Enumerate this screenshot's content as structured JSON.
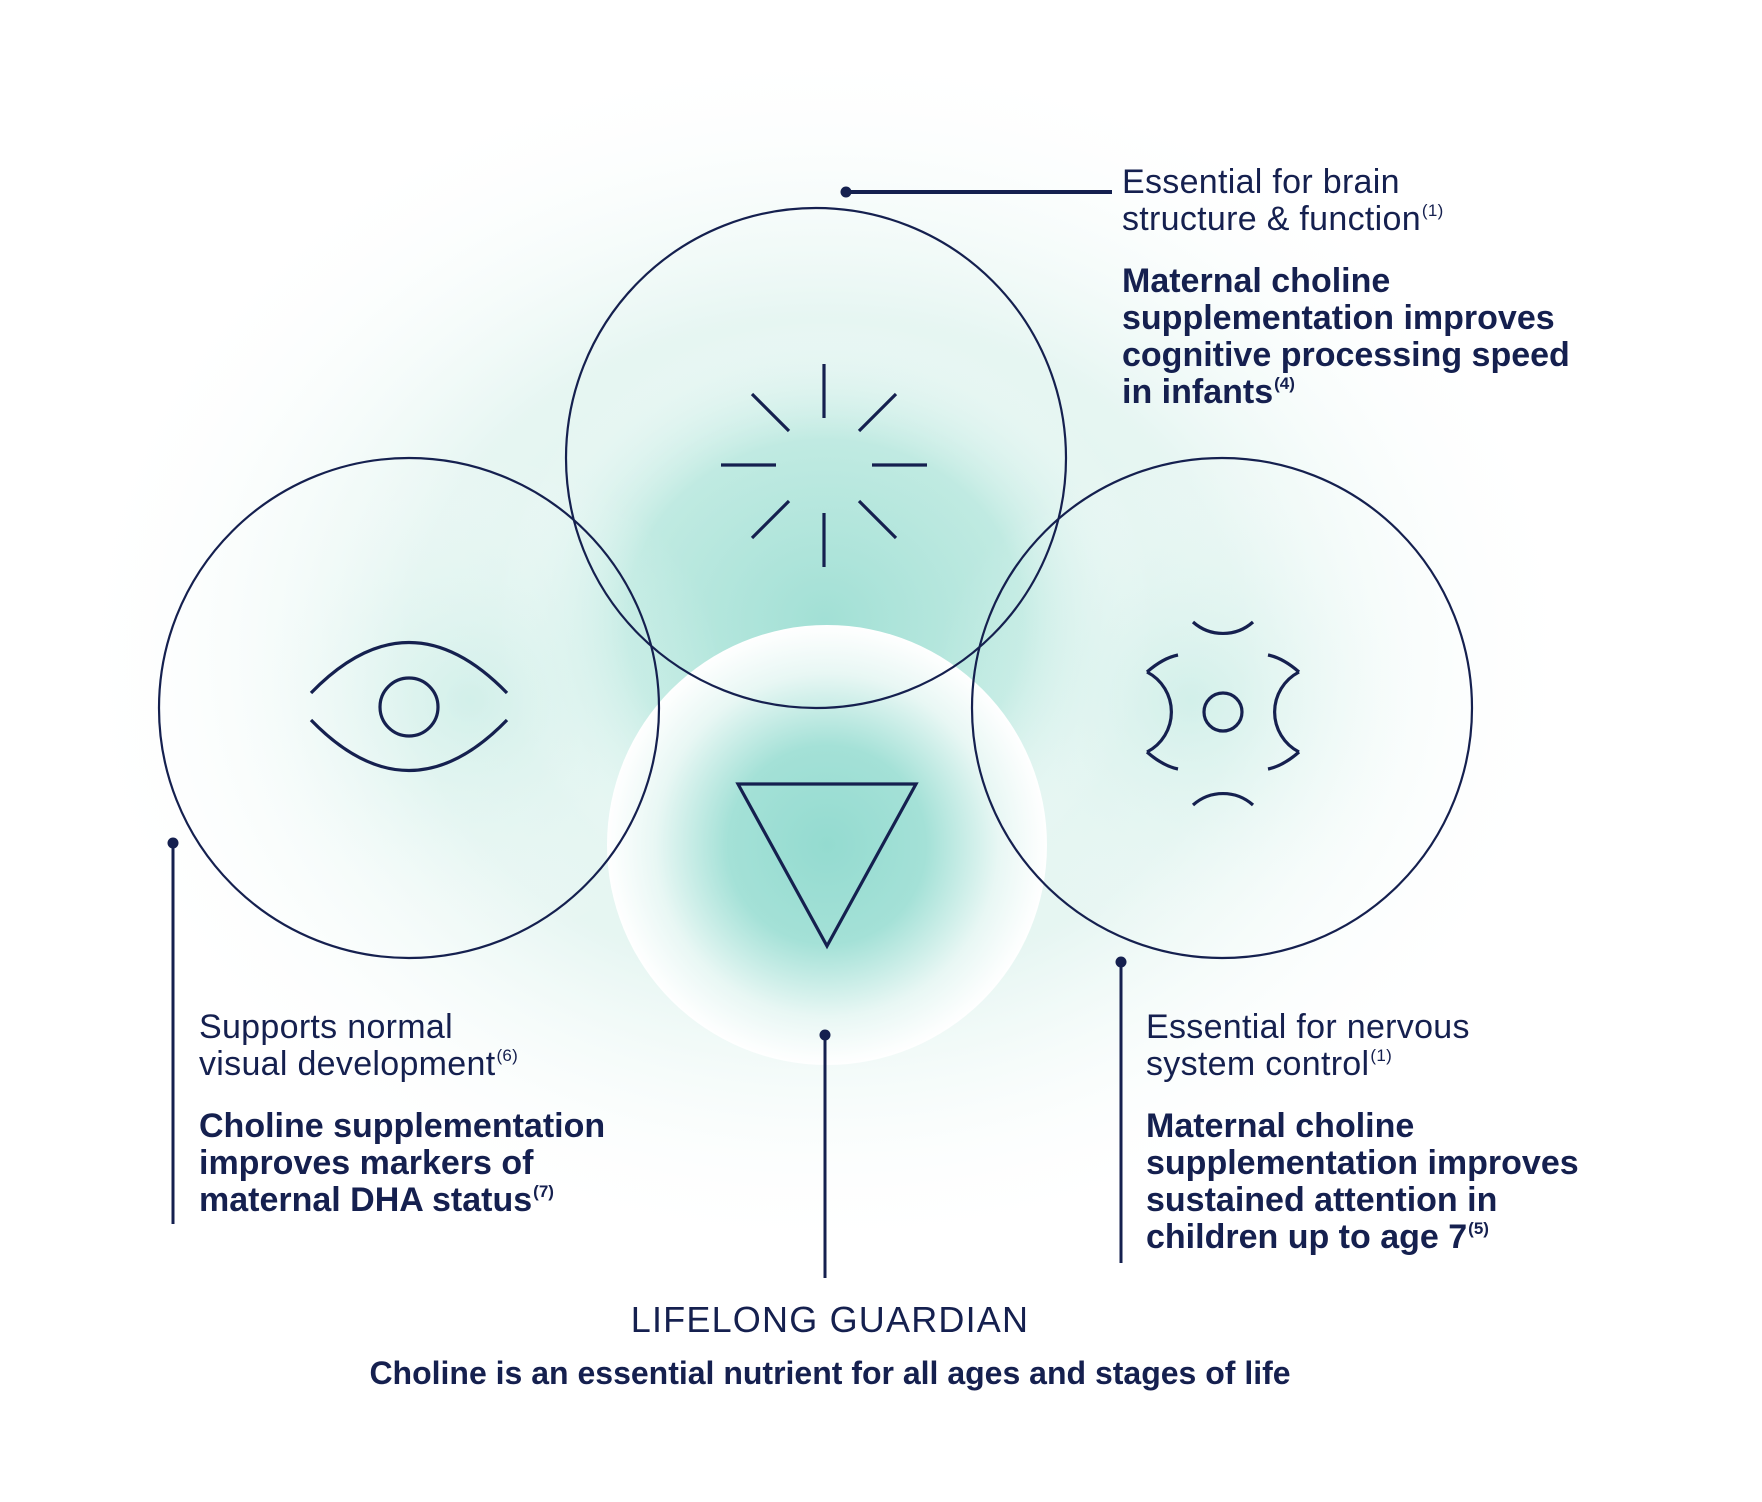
{
  "colors": {
    "navy": "#15204f",
    "teal": "#9fdfd4",
    "glow": "#d8f1ec",
    "background": "#ffffff"
  },
  "features": {
    "brain": {
      "icon": "sparkle-icon",
      "subtitle_line1": "Essential for brain",
      "subtitle_line2": "structure & function",
      "subtitle_ref": "(1)",
      "claim_line1": "Maternal choline",
      "claim_line2": "supplementation improves",
      "claim_line3": "cognitive processing speed",
      "claim_line4": "in infants",
      "claim_ref": "(4)"
    },
    "vision": {
      "icon": "eye-icon",
      "subtitle_line1": "Supports normal",
      "subtitle_line2": "visual development",
      "subtitle_ref": "(6)",
      "claim_line1": "Choline supplementation",
      "claim_line2": "improves markers of",
      "claim_line3": "maternal DHA status",
      "claim_ref": "(7)"
    },
    "nervous": {
      "icon": "neuron-icon",
      "subtitle_line1": "Essential for nervous",
      "subtitle_line2": "system control",
      "subtitle_ref": "(1)",
      "claim_line1": "Maternal choline",
      "claim_line2": "supplementation improves",
      "claim_line3": "sustained attention in",
      "claim_line4": "children up to age 7",
      "claim_ref": "(5)"
    },
    "center": {
      "icon": "triangle-icon",
      "title": "LIFELONG GUARDIAN",
      "subtitle": "Choline is an essential nutrient for all ages and stages of life"
    }
  }
}
